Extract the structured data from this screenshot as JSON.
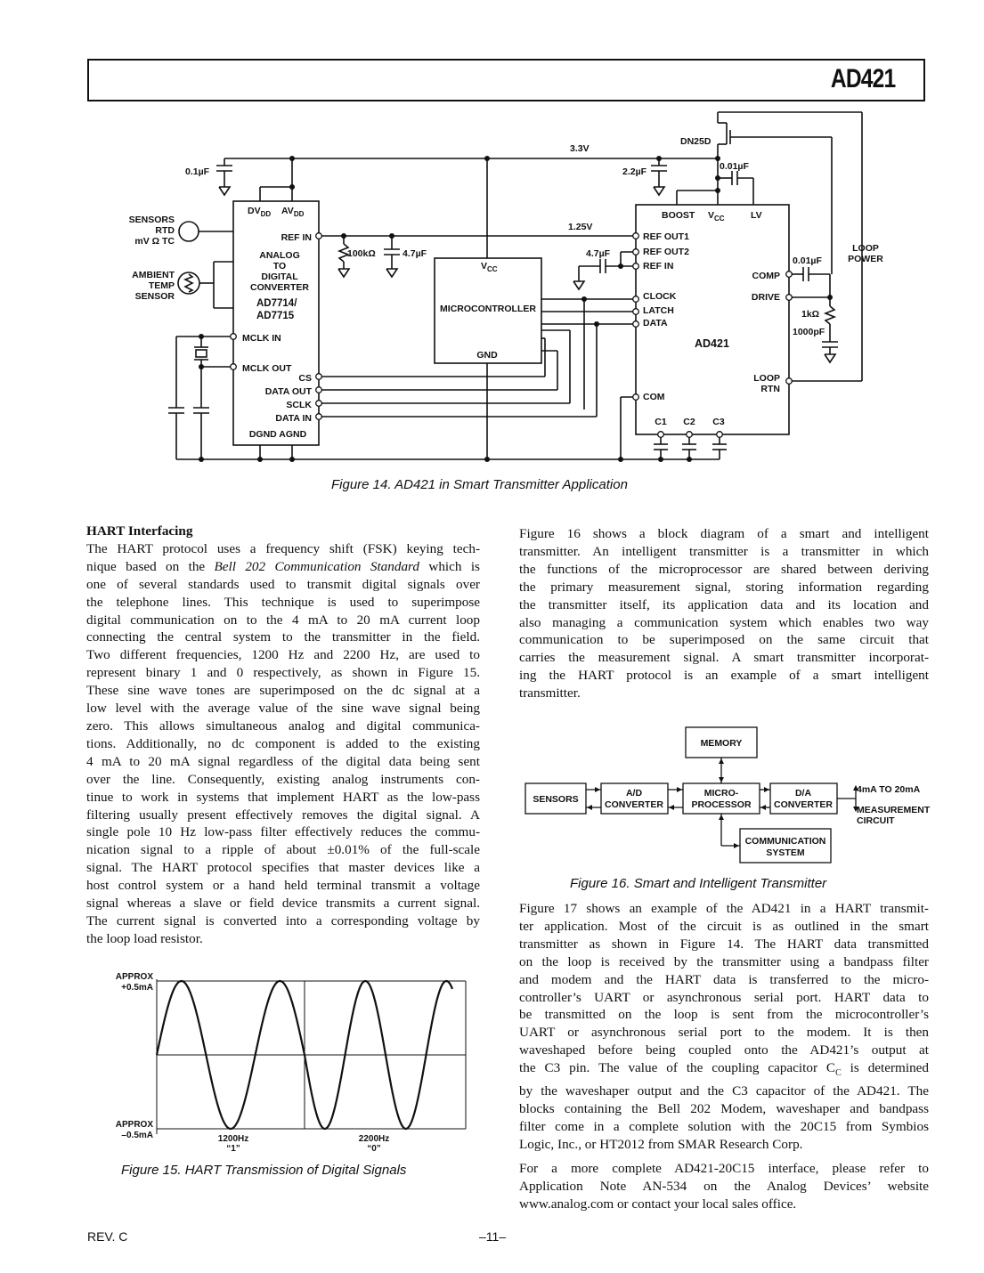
{
  "header": {
    "part_number": "AD421"
  },
  "figure14": {
    "caption": "Figure 14.  AD421 in Smart Transmitter Application",
    "labels": {
      "v33": "3.3V",
      "v125": "1.25V",
      "dn25d": "DN25D",
      "c01uf": "0.1µF",
      "c22uf": "2.2µF",
      "c001uf": "0.01µF",
      "c001uf_b": "0.01µF",
      "r100k": "100kΩ",
      "c47uf_a": "4.7µF",
      "c47uf_b": "4.7µF",
      "r1k": "1kΩ",
      "c1000pf": "1000pF",
      "sensors": "SENSORS",
      "rtd": "RTD",
      "mv_tc": "mV Ω TC",
      "ambient": "AMBIENT",
      "temp": "TEMP",
      "sensor": "SENSOR",
      "dvdd": "DV",
      "dvdd_sub": "DD",
      "avdd": "AV",
      "avdd_sub": "DD",
      "ref_in_adc": "REF IN",
      "analog": "ANALOG",
      "to": "TO",
      "digital": "DIGITAL",
      "converter": "CONVERTER",
      "ad7714": "AD7714/",
      "ad7715": "AD7715",
      "mclk_in": "MCLK IN",
      "mclk_out": "MCLK OUT",
      "cs": "CS",
      "data_out": "DATA OUT",
      "sclk": "SCLK",
      "data_in": "DATA IN",
      "dgnd_agnd": "DGND  AGND",
      "vcc_mc": "V",
      "vcc_mc_sub": "CC",
      "microcontroller": "MICROCONTROLLER",
      "gnd": "GND",
      "boost": "BOOST",
      "vcc_ad": "V",
      "vcc_ad_sub": "CC",
      "lv": "LV",
      "ref_out1": "REF OUT1",
      "ref_out2": "REF OUT2",
      "ref_in_ad": "REF IN",
      "clock": "CLOCK",
      "latch": "LATCH",
      "data": "DATA",
      "ad421": "AD421",
      "com": "COM",
      "c1": "C1",
      "c2": "C2",
      "c3": "C3",
      "comp": "COMP",
      "drive": "DRIVE",
      "loop_rtn1": "LOOP",
      "loop_rtn2": "RTN",
      "loop_power1": "LOOP",
      "loop_power2": "POWER"
    }
  },
  "section_title": "HART Interfacing",
  "left_lines": [
    "The HART protocol uses a frequency shift (FSK) keying tech-",
    "nique based on the |Bell 202 Communication Standard| which is",
    "one of several standards used to transmit digital signals over",
    "the telephone lines. This technique is used to superimpose",
    "digital communication on to the 4 mA to 20 mA current loop",
    "connecting the central system to the transmitter in the field.",
    "Two different frequencies, 1200 Hz and 2200 Hz, are used to",
    "represent binary 1 and 0 respectively, as shown in Figure 15.",
    "These sine wave tones are superimposed on the dc signal at a",
    "low level with the average value of the sine wave signal being",
    "zero. This allows simultaneous analog and digital communica-",
    "tions. Additionally, no dc component is added to the existing",
    "4 mA to  20 mA signal regardless of the digital data being sent",
    "over the line. Consequently, existing analog instruments con-",
    "tinue to work in systems that implement HART as the low-pass",
    "filtering usually present effectively removes the digital signal. A",
    "single pole 10 Hz low-pass filter effectively reduces the commu-",
    "nication signal to a ripple of about ±0.01% of the full-scale",
    "signal. The HART protocol specifies that master devices like a",
    "host control system or a hand held terminal transmit a voltage",
    "signal whereas a slave or field device transmits a current signal.",
    "The current signal is converted into a corresponding voltage by",
    "the loop load resistor."
  ],
  "figure15": {
    "caption": "Figure 15.  HART Transmission of Digital Signals",
    "approx_top1": "APPROX",
    "approx_top2": "+0.5mA",
    "approx_bot1": "APPROX",
    "approx_bot2": "–0.5mA",
    "f1": "1200Hz",
    "b1": "“1”",
    "f2": "2200Hz",
    "b0": "“0”"
  },
  "right_para1_lines": [
    "Figure 16 shows a block diagram of a smart and intelligent",
    "transmitter. An intelligent transmitter is a transmitter in which",
    "the functions of the microprocessor are shared between deriving",
    "the primary measurement signal, storing information regarding",
    "the transmitter itself, its application data and its location and",
    "also managing a communication system which enables two way",
    "communication to be superimposed on the same circuit that",
    "carries the measurement signal. A smart transmitter incorporat-",
    "ing the HART protocol is an example of a smart intelligent",
    "transmitter."
  ],
  "figure16": {
    "caption": "Figure 16.  Smart and Intelligent Transmitter",
    "memory": "MEMORY",
    "sensors": "SENSORS",
    "ad1": "A/D",
    "ad2": "CONVERTER",
    "mp1": "MICRO-",
    "mp2": "PROCESSOR",
    "da1": "D/A",
    "da2": "CONVERTER",
    "cs1": "COMMUNICATION",
    "cs2": "SYSTEM",
    "out1": "4mA TO 20mA",
    "out2": "MEASUREMENT",
    "out3": "CIRCUIT"
  },
  "right_para2_lines": [
    "Figure 17 shows an example of the AD421 in a HART transmit-",
    "ter application. Most of the circuit is as outlined in the smart",
    "transmitter as shown in Figure 14. The HART data transmitted",
    "on the loop is received by the transmitter using a bandpass filter",
    "and modem and the HART data is transferred to the micro-",
    "controller’s UART or asynchronous serial port. HART data to",
    "be transmitted on the loop is sent from the microcontroller’s",
    "UART or asynchronous serial port to the modem. It is then",
    "waveshaped before being coupled onto the AD421’s output at",
    "the C3 pin. The value of the coupling capacitor C_C_ is determined",
    "by the waveshaper output and the C3 capacitor of the AD421. The",
    "blocks containing the Bell 202 Modem, waveshaper and bandpass",
    "filter come in a complete solution with the 20C15 from Symbios",
    "Logic, Inc., or HT2012 from SMAR Research Corp."
  ],
  "right_para3_lines": [
    "For a more complete AD421-20C15 interface, please refer to",
    "Application Note AN-534 on the Analog Devices’ website",
    "www.analog.com or contact your local sales office."
  ],
  "footer": {
    "revision": "REV. C",
    "page_number": "–11–"
  }
}
